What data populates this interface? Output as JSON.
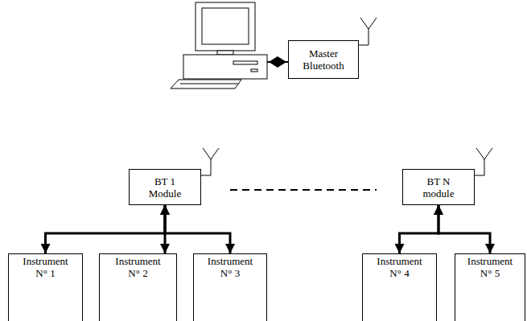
{
  "diagram": {
    "nodes": [
      {
        "text": [
          "Master Bluetooth"
        ]
      },
      {
        "text": [
          "BT 1 Module"
        ]
      },
      {
        "text": [
          "BT N module"
        ]
      },
      {
        "text": [
          "Instrument N° 1"
        ]
      },
      {
        "text": [
          "Instrument N° 2"
        ]
      },
      {
        "text": [
          "Instrument N° 3"
        ]
      },
      {
        "text": [
          "Instrument N° 4"
        ]
      },
      {
        "text": [
          "Instrument N° 5"
        ]
      }
    ],
    "edges": [
      {
        "from": 1,
        "to": 3,
        "arrow": "both"
      },
      {
        "from": 1,
        "to": 4,
        "arrow": "both"
      },
      {
        "from": 1,
        "to": 5,
        "arrow": "both"
      },
      {
        "from": 2,
        "to": 6,
        "arrow": "both"
      },
      {
        "from": 2,
        "to": 7,
        "arrow": "both"
      }
    ]
  }
}
